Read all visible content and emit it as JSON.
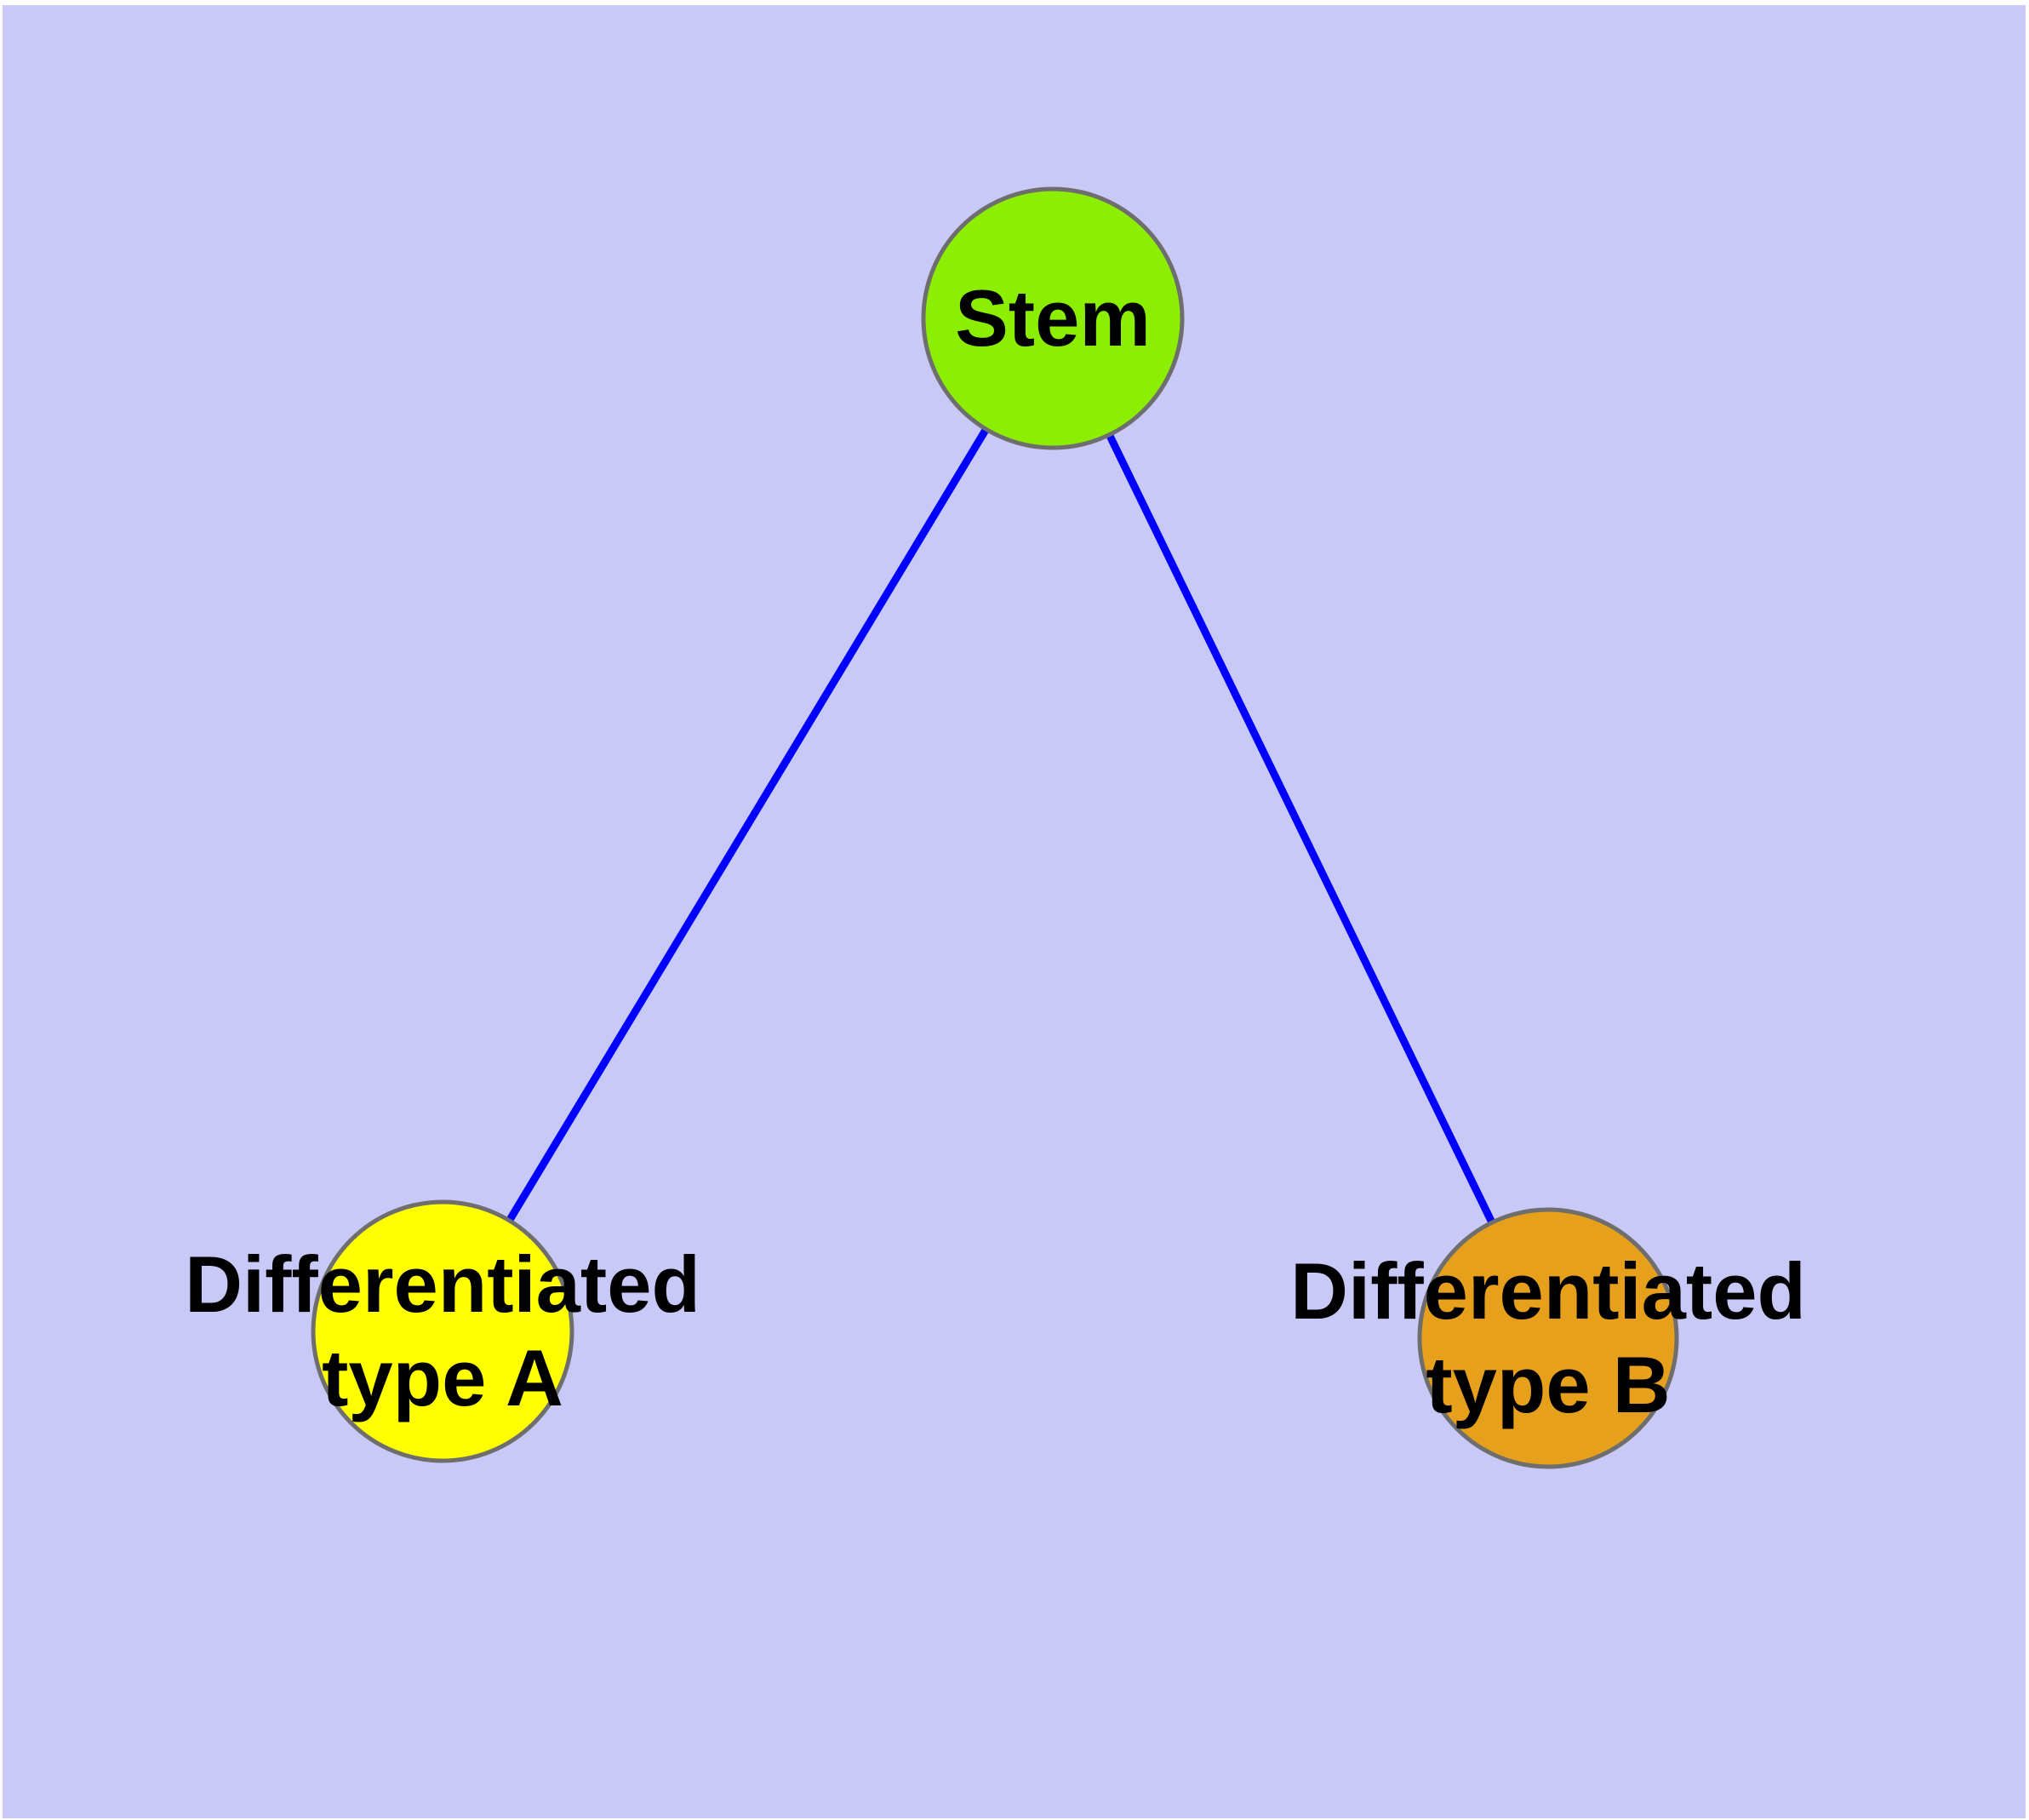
{
  "diagram": {
    "colors": {
      "background": "#C9C9F8",
      "page_margin": "#FFFFFF",
      "edge": "#0000FF",
      "node_border": "#6E6E6E",
      "label": "#000000"
    },
    "nodes": {
      "stem": {
        "label": "Stem",
        "fill": "#8CEE00"
      },
      "type_a": {
        "line1": "Differentiated",
        "line2": "type A",
        "fill": "#FFFF00"
      },
      "type_b": {
        "line1": "Differentiated",
        "line2": "type B",
        "fill": "#E6A01C"
      }
    },
    "edges": [
      {
        "from": "Stem",
        "to": "Differentiated type A"
      },
      {
        "from": "Stem",
        "to": "Differentiated type B"
      }
    ]
  }
}
